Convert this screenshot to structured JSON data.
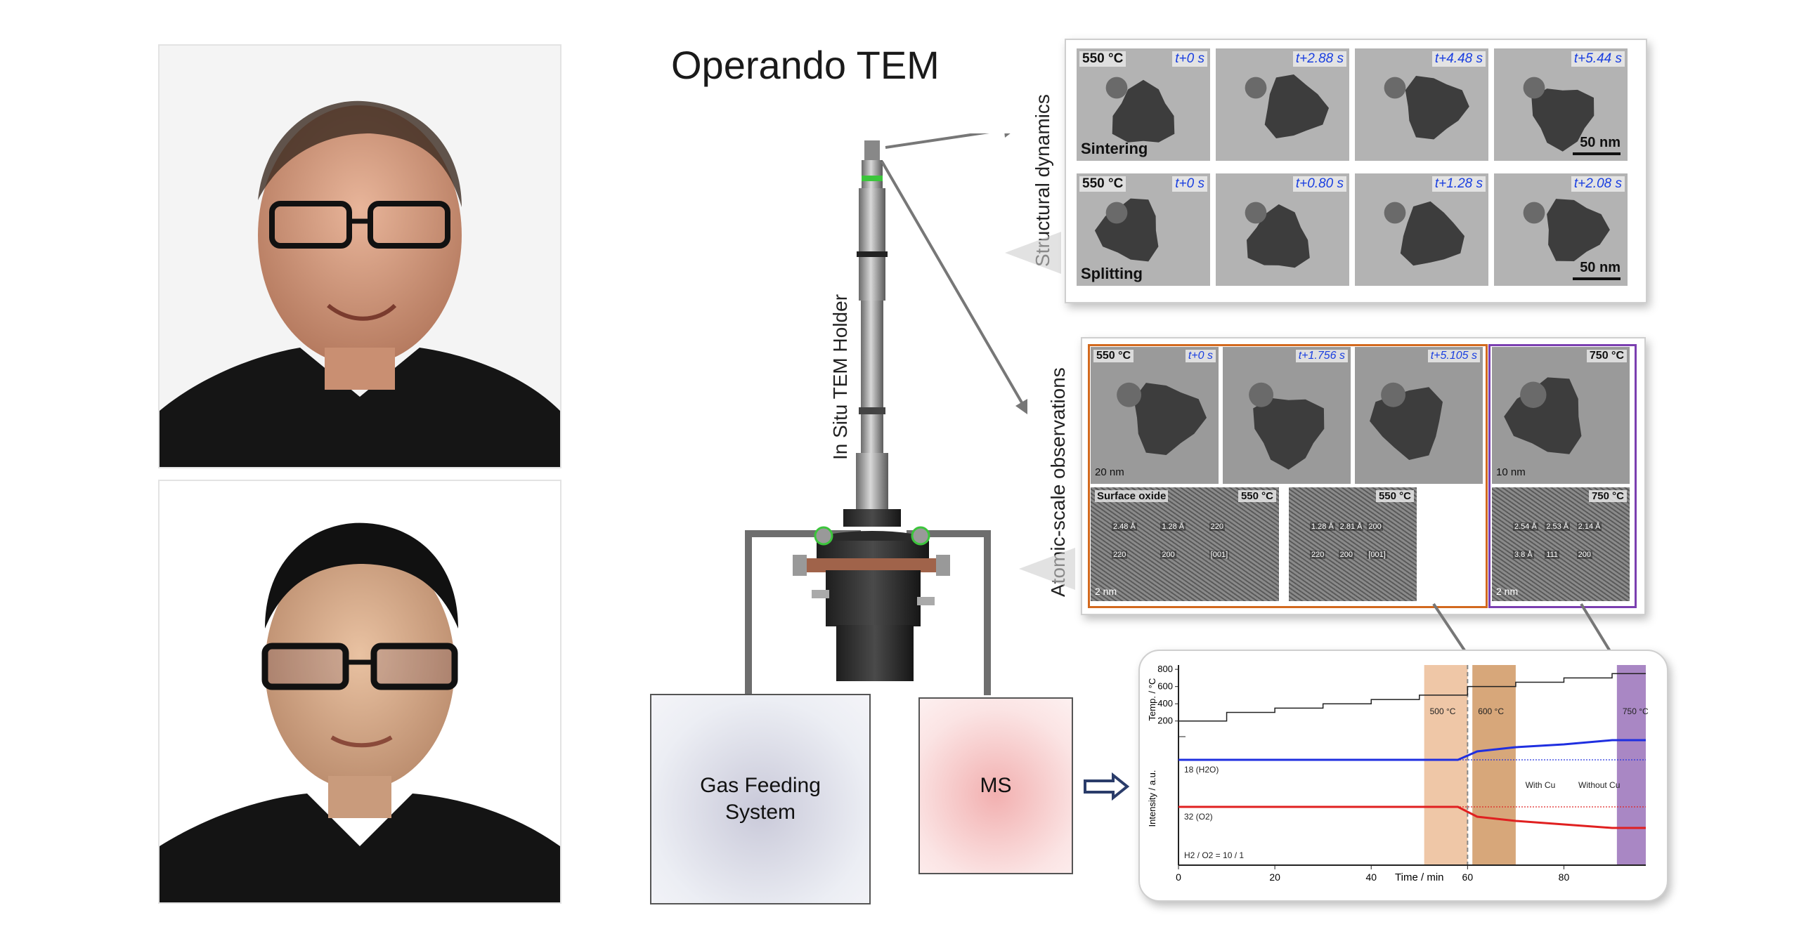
{
  "title": "Operando TEM",
  "labels": {
    "holder": "In Situ TEM Holder",
    "structural": "Structural dynamics",
    "atomic": "Atomic-scale observations"
  },
  "boxes": {
    "gas": "Gas Feeding System",
    "ms": "MS"
  },
  "sintering_row": {
    "temp": "550 °C",
    "label": "Sintering",
    "scale": "50 nm",
    "times": [
      "t+0 s",
      "t+2.88 s",
      "t+4.48 s",
      "t+5.44 s"
    ]
  },
  "splitting_row": {
    "temp": "550 °C",
    "label": "Splitting",
    "scale": "50 nm",
    "times": [
      "t+0 s",
      "t+0.80 s",
      "t+1.28 s",
      "t+2.08 s"
    ]
  },
  "atomic_panel": {
    "top": [
      {
        "temp": "550 °C",
        "time": "t+0 s",
        "scale": "20 nm"
      },
      {
        "temp": "",
        "time": "t+1.756 s",
        "scale": ""
      },
      {
        "temp": "",
        "time": "t+5.105 s",
        "scale": ""
      },
      {
        "temp": "750 °C",
        "time": "",
        "scale": "10 nm"
      }
    ],
    "bottom": [
      {
        "header": "Surface oxide",
        "temp": "550 °C",
        "scale": "2 nm",
        "notes": [
          "2.48 Å",
          "1.28 Å",
          "220",
          "220",
          "200",
          "[001]"
        ]
      },
      {
        "header": "",
        "temp": "550 °C",
        "scale": "",
        "notes": [
          "1.28 Å",
          "2.81 Å",
          "200",
          "220",
          "200",
          "[001]"
        ]
      },
      {
        "header": "",
        "temp": "750 °C",
        "scale": "2 nm",
        "notes": [
          "2.54 Å",
          "2.53 Å",
          "2.14 Å",
          "3.8 Å",
          "111",
          "200"
        ]
      }
    ]
  },
  "chart_data": {
    "type": "line",
    "xlabel": "Time / min",
    "x_ticks": [
      0,
      20,
      40,
      60,
      80
    ],
    "xlim": [
      0,
      97
    ],
    "top_axis": {
      "ylabel": "Temp. / °C",
      "ticks": [
        200,
        400,
        600,
        800
      ],
      "ylim": [
        100,
        850
      ]
    },
    "bottom_axis": {
      "ylabel": "Intensity / a.u."
    },
    "temperature_steps": [
      {
        "x": [
          0,
          10
        ],
        "y": 200
      },
      {
        "x": [
          10,
          20
        ],
        "y": 300
      },
      {
        "x": [
          20,
          30
        ],
        "y": 350
      },
      {
        "x": [
          30,
          40
        ],
        "y": 400
      },
      {
        "x": [
          40,
          50
        ],
        "y": 450
      },
      {
        "x": [
          50,
          60
        ],
        "y": 500
      },
      {
        "x": [
          60,
          70
        ],
        "y": 600
      },
      {
        "x": [
          70,
          80
        ],
        "y": 650
      },
      {
        "x": [
          80,
          90
        ],
        "y": 700
      },
      {
        "x": [
          90,
          97
        ],
        "y": 750
      }
    ],
    "series": [
      {
        "name": "18 (H2O)",
        "color": "#1f2fe0",
        "with_cu_level_changes": [
          [
            0,
            0
          ],
          [
            58,
            0
          ],
          [
            62,
            12
          ],
          [
            70,
            18
          ],
          [
            80,
            22
          ],
          [
            90,
            28
          ],
          [
            97,
            28
          ]
        ]
      },
      {
        "name": "32 (O2)",
        "color": "#e02020",
        "with_cu_level_changes": [
          [
            0,
            0
          ],
          [
            58,
            0
          ],
          [
            62,
            -14
          ],
          [
            70,
            -20
          ],
          [
            80,
            -25
          ],
          [
            90,
            -30
          ],
          [
            97,
            -30
          ]
        ]
      }
    ],
    "annotations": [
      "With Cu",
      "Without Cu",
      "H2 / O2 = 10 / 1"
    ],
    "bands": [
      {
        "label": "500 °C",
        "x": [
          51,
          60
        ],
        "color": "#e9b48a"
      },
      {
        "label": "600 °C",
        "x": [
          61,
          70
        ],
        "color": "#c98a4e"
      },
      {
        "label": "750 °C",
        "x": [
          91,
          97
        ],
        "color": "#8c5fb0"
      }
    ],
    "dashed_line_x": 60
  },
  "colors": {
    "orange": "#d2691e",
    "purple": "#7b3fb0",
    "green": "#3cc53c",
    "gas_box_center": "#c9c9d9",
    "ms_box_center": "#f2b0b0"
  }
}
